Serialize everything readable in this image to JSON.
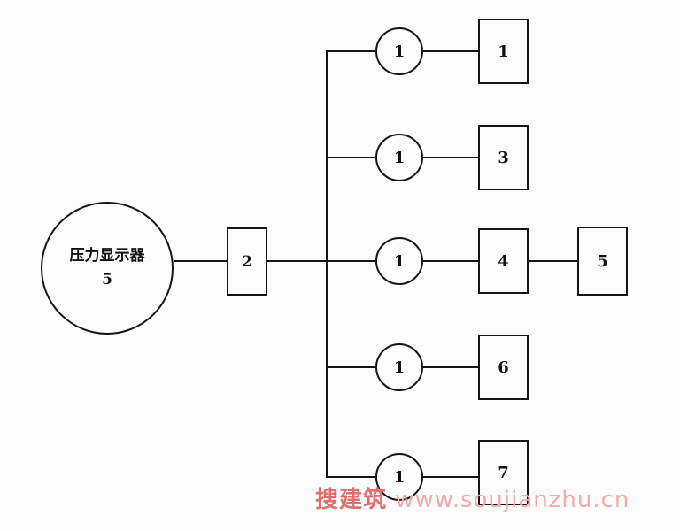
{
  "colors": {
    "background": "#fcfcfc",
    "line": "#151515",
    "watermark_brand": "#e06e6e",
    "watermark_site": "#f2abab"
  },
  "source": {
    "title": "压力显示器",
    "number": "5"
  },
  "junction_box": {
    "label": "2"
  },
  "branches": [
    {
      "valve_label": "1",
      "device_label": "1"
    },
    {
      "valve_label": "1",
      "device_label": "3"
    },
    {
      "valve_label": "1",
      "device_label": "4",
      "extra_device_label": "5"
    },
    {
      "valve_label": "1",
      "device_label": "6"
    },
    {
      "valve_label": "1",
      "device_label": "7"
    }
  ],
  "watermark": {
    "brand": "搜建筑",
    "site": "www.soujianzhu.cn"
  }
}
